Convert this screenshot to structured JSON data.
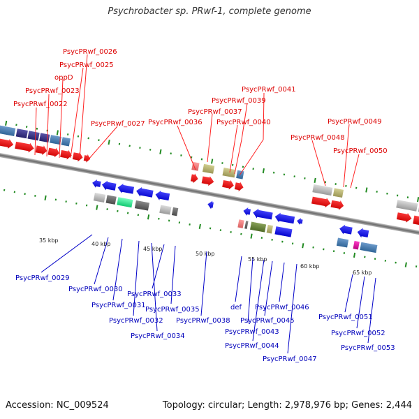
{
  "title": "Psychrobacter sp. PRwf-1, complete genome",
  "footer": {
    "accession": "Accession: NC_009524",
    "summary": "Topology: circular; Length: 2,978,976 bp; Genes: 2,444"
  },
  "colors": {
    "upper_label": "#dd0000",
    "lower_label": "#0000bb",
    "backbone": "#8a8a8a",
    "tick_mark": "#228b22",
    "forward_gene": "#ee0000",
    "reverse_gene": "#1a1aee"
  },
  "scale_ticks": [
    "35 kbp",
    "40 kbp",
    "45 kbp",
    "50 kbp",
    "55 kbp",
    "60 kbp",
    "65 kbp"
  ],
  "upper_labels": [
    "PsycPRwf_0026",
    "PsycPRwf_0025",
    "oppD",
    "PsycPRwf_0023",
    "PsycPRwf_0022",
    "PsycPRwf_0027",
    "PsycPRwf_0041",
    "PsycPRwf_0039",
    "PsycPRwf_0037",
    "PsycPRwf_0036",
    "PsycPRwf_0040",
    "PsycPRwf_0049",
    "PsycPRwf_0048",
    "PsycPRwf_0050"
  ],
  "lower_labels": [
    "PsycPRwf_0029",
    "PsycPRwf_0030",
    "PsycPRwf_0031",
    "PsycPRwf_0032",
    "PsycPRwf_0034",
    "PsycPRwf_0033",
    "PsycPRwf_0035",
    "PsycPRwf_0038",
    "def",
    "PsycPRwf_0043",
    "PsycPRwf_0044",
    "PsycPRwf_0045",
    "PsycPRwf_0046",
    "PsycPRwf_0047",
    "PsycPRwf_0051",
    "PsycPRwf_0052",
    "PsycPRwf_0053"
  ]
}
